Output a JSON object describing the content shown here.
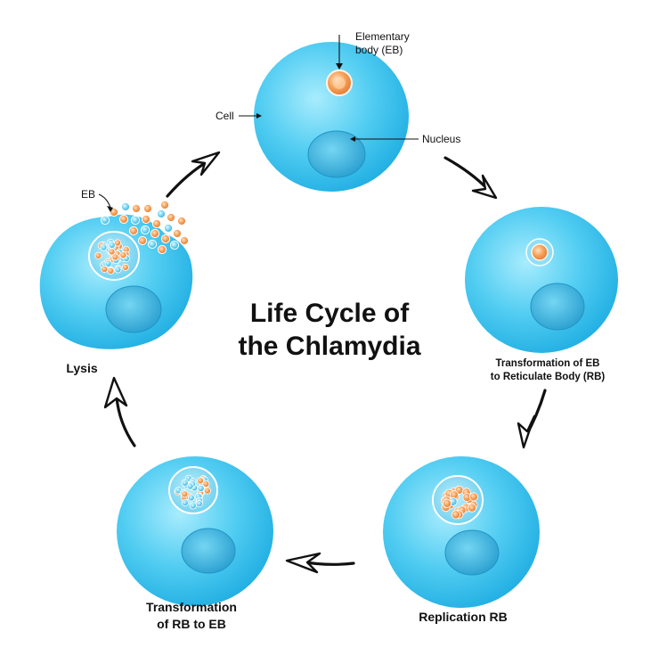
{
  "title": {
    "line1": "Life Cycle of",
    "line2": "the Chlamydia"
  },
  "annotations": {
    "eb_line1": "Elementary",
    "eb_line2": "body (EB)",
    "cell": "Cell",
    "nucleus": "Nucleus",
    "eb_short": "EB"
  },
  "stages": {
    "transformation_eb_line1": "Transformation of EB",
    "transformation_eb_line2": "to Reticulate Body (RB)",
    "replication": "Replication RB",
    "transformation_rb_line1": "Transformation",
    "transformation_rb_line2": "of RB to EB",
    "lysis": "Lysis"
  },
  "colors": {
    "cell_fill": "#3cc3ee",
    "cell_light": "#8fe3fb",
    "nucleus_fill": "#2aa6d6",
    "nucleus_light": "#6fd1f0",
    "eb_orange": "#f29a50",
    "eb_blue": "#5ccaf0",
    "arrow": "#111111"
  }
}
